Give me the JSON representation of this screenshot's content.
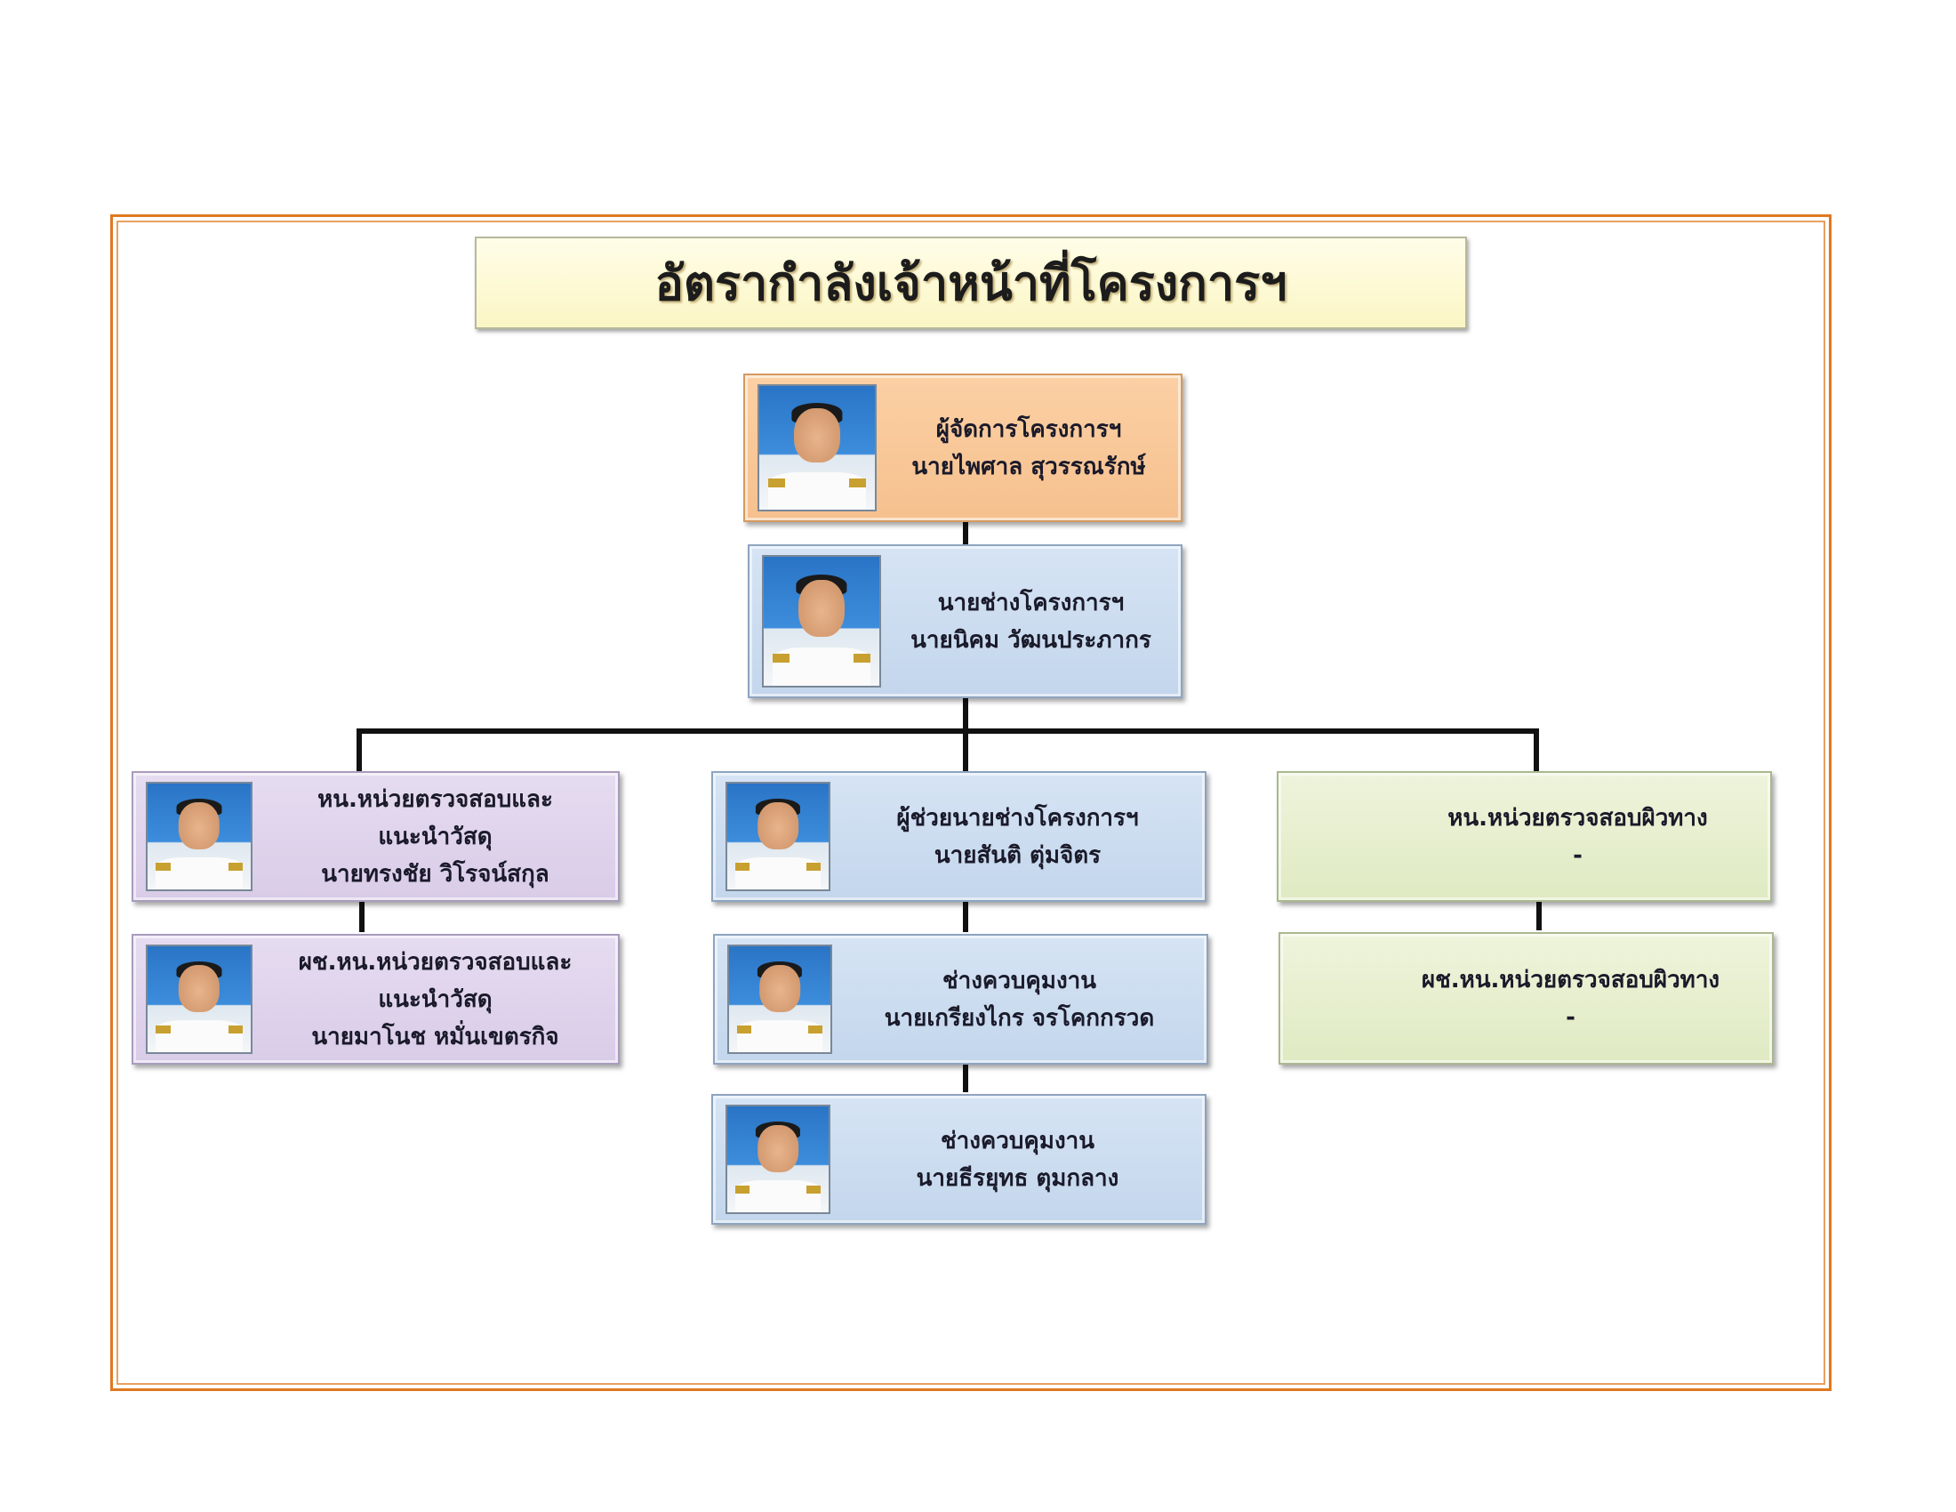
{
  "title": "อัตรากำลังเจ้าหน้าที่โครงการฯ",
  "nodes": {
    "manager": {
      "role": "ผู้จัดการโครงการฯ",
      "name": "นายไพศาล สุวรรณรักษ์"
    },
    "engineer": {
      "role": "นายช่างโครงการฯ",
      "name": "นายนิคม  วัฒนประภากร"
    },
    "material_head": {
      "role_line1": "หน.หน่วยตรวจสอบและ",
      "role_line2": "แนะนำวัสดุ",
      "name": "นายทรงชัย  วิโรจน์สกุล"
    },
    "material_assistant": {
      "role_line1": "ผช.หน.หน่วยตรวจสอบและ",
      "role_line2": "แนะนำวัสดุ",
      "name": "นายมาโนช  หมั่นเขตรกิจ"
    },
    "assistant_engineer": {
      "role": "ผู้ช่วยนายช่างโครงการฯ",
      "name": "นายสันติ  ตุ่มจิตร"
    },
    "supervisor_1": {
      "role": "ช่างควบคุมงาน",
      "name": "นายเกรียงไกร  จรโคกกรวด"
    },
    "supervisor_2": {
      "role": "ช่างควบคุมงาน",
      "name": "นายธีรยุทธ  ตุมกลาง"
    },
    "surface_head": {
      "role": "หน.หน่วยตรวจสอบผิวทาง",
      "name": "-"
    },
    "surface_assistant": {
      "role": "ผช.หน.หน่วยตรวจสอบผิวทาง",
      "name": "-"
    }
  },
  "colors": {
    "frame": "#e07820",
    "manager_box": "#f6c08e",
    "engineer_box": "#c3d6ec",
    "material_box": "#d9cce8",
    "surface_box": "#dfeac2",
    "title_box": "#fbf6c4"
  }
}
